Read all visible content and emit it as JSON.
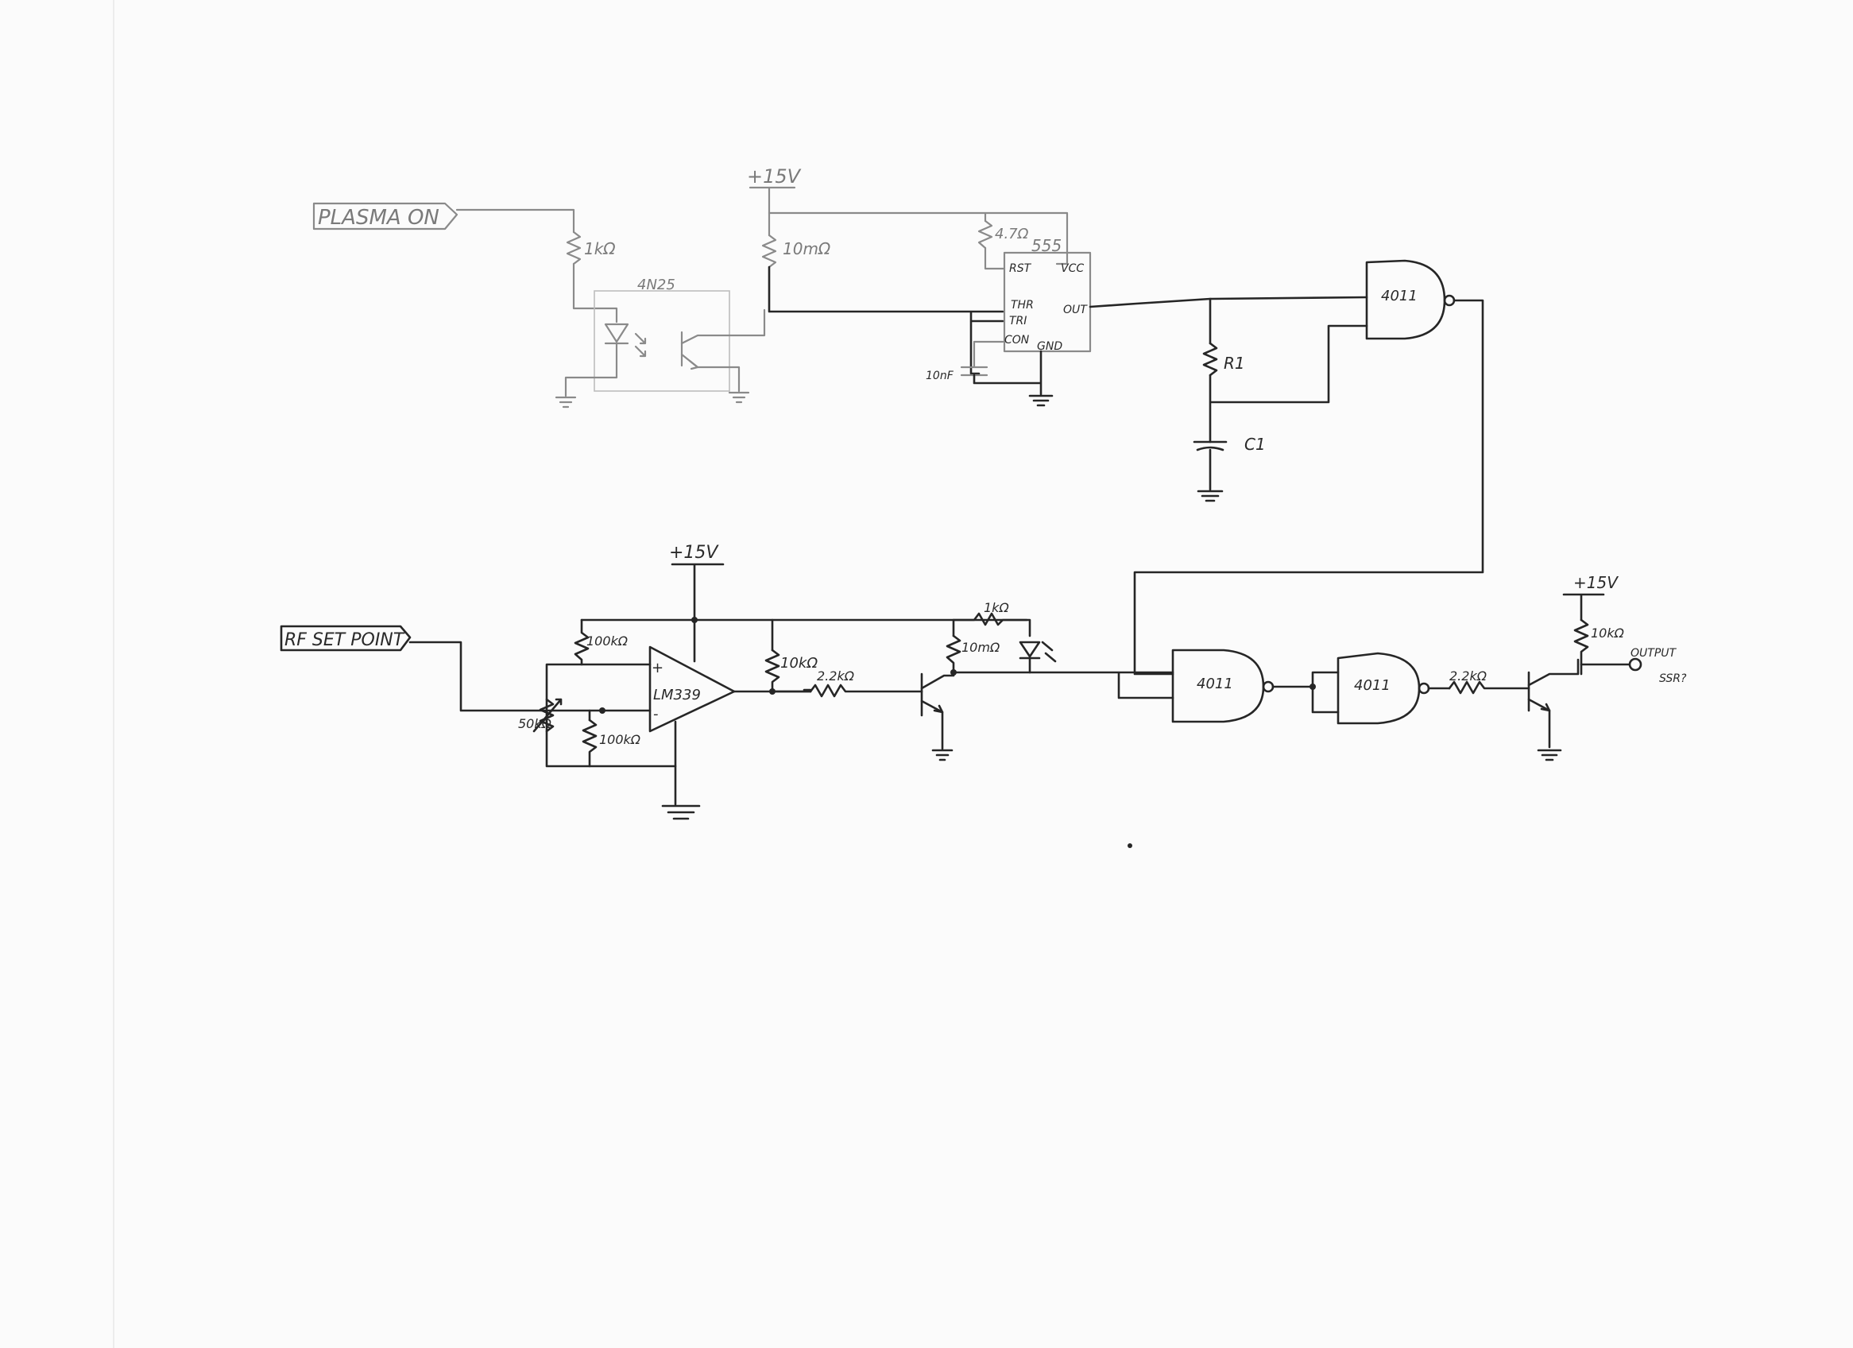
{
  "signals": {
    "plasma_on": "PLASMA ON",
    "rf_set_point": "RF SET POINT",
    "output": "OUTPUT",
    "ssr": "SSR?"
  },
  "power": {
    "v1": "+15V",
    "v2": "+15V",
    "v3": "+15V"
  },
  "components": {
    "r_1k": "1kΩ",
    "opto": "4N25",
    "r_10m_top": "10mΩ",
    "r_47": "4.7Ω",
    "ic555": "555",
    "pin_rst": "RST",
    "pin_vcc": "VCC",
    "pin_thr": "THR",
    "pin_tri": "TRI",
    "pin_out": "OUT",
    "pin_con": "CON",
    "pin_gnd": "GND",
    "c_10nf": "10nF",
    "r1": "R1",
    "c1": "C1",
    "nand1": "4011",
    "r_100k_a": "100kΩ",
    "r_100k_b": "100kΩ",
    "pot_50k": "50kΩ",
    "comparator": "LM339",
    "plus": "+",
    "minus": "-",
    "r_10k_mid": "10kΩ",
    "r_22k_a": "2.2kΩ",
    "r_10m_mid": "10mΩ",
    "r_1k_led": "1kΩ",
    "nand2": "4011",
    "nand3": "4011",
    "r_22k_b": "2.2kΩ",
    "r_10k_out": "10kΩ"
  }
}
